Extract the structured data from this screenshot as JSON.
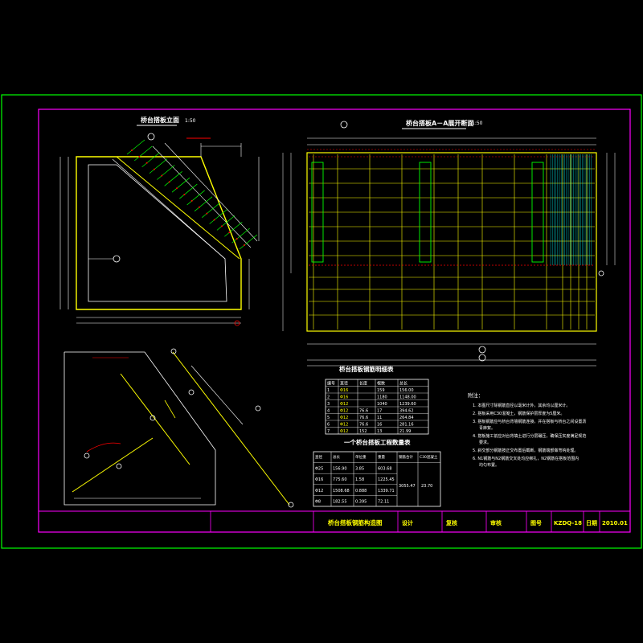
{
  "drawing": {
    "colors": {
      "background": "#000000",
      "outer_border": "#00ff00",
      "inner_border": "#ff00ff",
      "white": "#ffffff",
      "yellow": "#ffff00",
      "green": "#00ff00",
      "cyan": "#00ffff",
      "red": "#ff0000",
      "magenta": "#ff00ff",
      "blue": "#4040ff"
    },
    "view1": {
      "title": "桥台搭板立面",
      "scale": "1:50"
    },
    "view2": {
      "title": "桥台搭板A－A展开断面",
      "scale": "1:50"
    },
    "table1": {
      "title": "桥台搭板钢筋明细表",
      "headers": [
        "编号",
        "直径",
        "长度",
        "根数",
        "总长"
      ],
      "rows": [
        [
          "1",
          "Φ16",
          "",
          "159",
          "156.00"
        ],
        [
          "2",
          "Φ16",
          "",
          "1180",
          "1148.00"
        ],
        [
          "3",
          "Φ12",
          "",
          "1040",
          "1239.60"
        ],
        [
          "4",
          "Φ12",
          "76.6",
          "17",
          "394.62"
        ],
        [
          "5",
          "Φ12",
          "76.6",
          "11",
          "264.84"
        ],
        [
          "6",
          "Φ12",
          "76.6",
          "16",
          "281.16"
        ],
        [
          "7",
          "Φ12",
          "152",
          "13",
          "21.99"
        ]
      ]
    },
    "table2": {
      "title": "一个桥台搭板工程数量表",
      "headers": [
        "直径",
        "总长",
        "单位重",
        "重量",
        "钢筋合计",
        "C30混凝土"
      ],
      "rows": [
        [
          "Φ25",
          "156.90",
          "3.85",
          "603.68"
        ],
        [
          "Φ16",
          "775.60",
          "1.58",
          "1225.45"
        ],
        [
          "Φ12",
          "1508.68",
          "0.888",
          "1339.71"
        ],
        [
          "Φ8",
          "182.55",
          "0.395",
          "72.11"
        ]
      ],
      "total_steel": "3055.47",
      "concrete": "23.70"
    },
    "notes": {
      "title": "附注：",
      "items": [
        "1. 本图尺寸除钢筋直径以毫米计外，其余均以厘米计。",
        "2. 搭板采用C30混凝土，钢筋保护层厚度为5厘米。",
        "3. 搭板钢筋应与桥台背墙钢筋连接，并在搭板与桥台之间设置沥青麻絮。",
        "4. 搭板施工前应对台背填土进行分层碾压，确保压实度满足规范要求。",
        "5. 斜交部分钢筋按正交布置后截断，钢筋端部做弯钩处理。",
        "6. N1钢筋与N2钢筋交叉处均应绑扎，N2钢筋在搭板范围内均匀布置。"
      ]
    },
    "title_block": {
      "drawing_name": "桥台搭板钢筋构造图",
      "design_label": "设计",
      "review_label": "复核",
      "approve_label": "审核",
      "drawing_no_label": "图号",
      "drawing_no": "KZDQ-18",
      "date_label": "日期",
      "date": "2010.01"
    }
  }
}
